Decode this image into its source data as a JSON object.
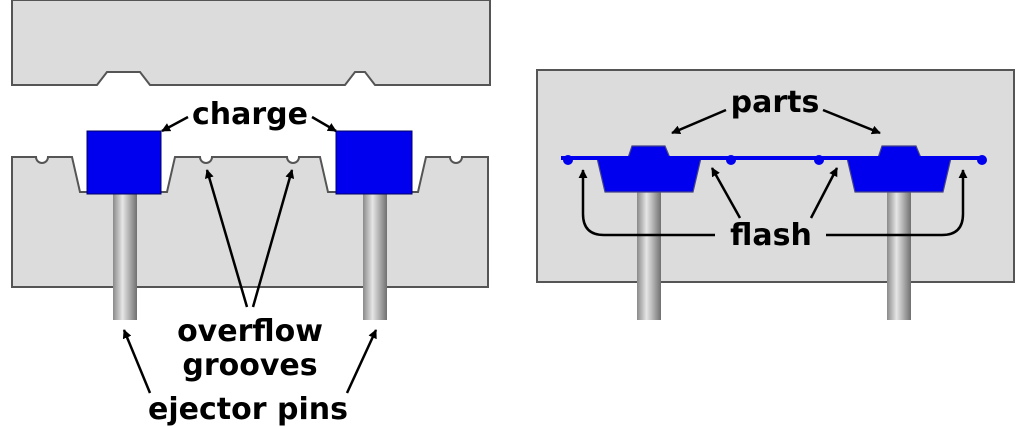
{
  "labels": {
    "charge": "charge",
    "overflow": "overflow",
    "grooves": "grooves",
    "ejector_pins": "ejector pins",
    "parts": "parts",
    "flash": "flash"
  },
  "colors": {
    "mold": "#dcdcdc",
    "mold_outline": "#555555",
    "material": "#0000ee",
    "pin_light": "#e6e6e6",
    "pin_dark": "#707070",
    "text": "#000000"
  }
}
